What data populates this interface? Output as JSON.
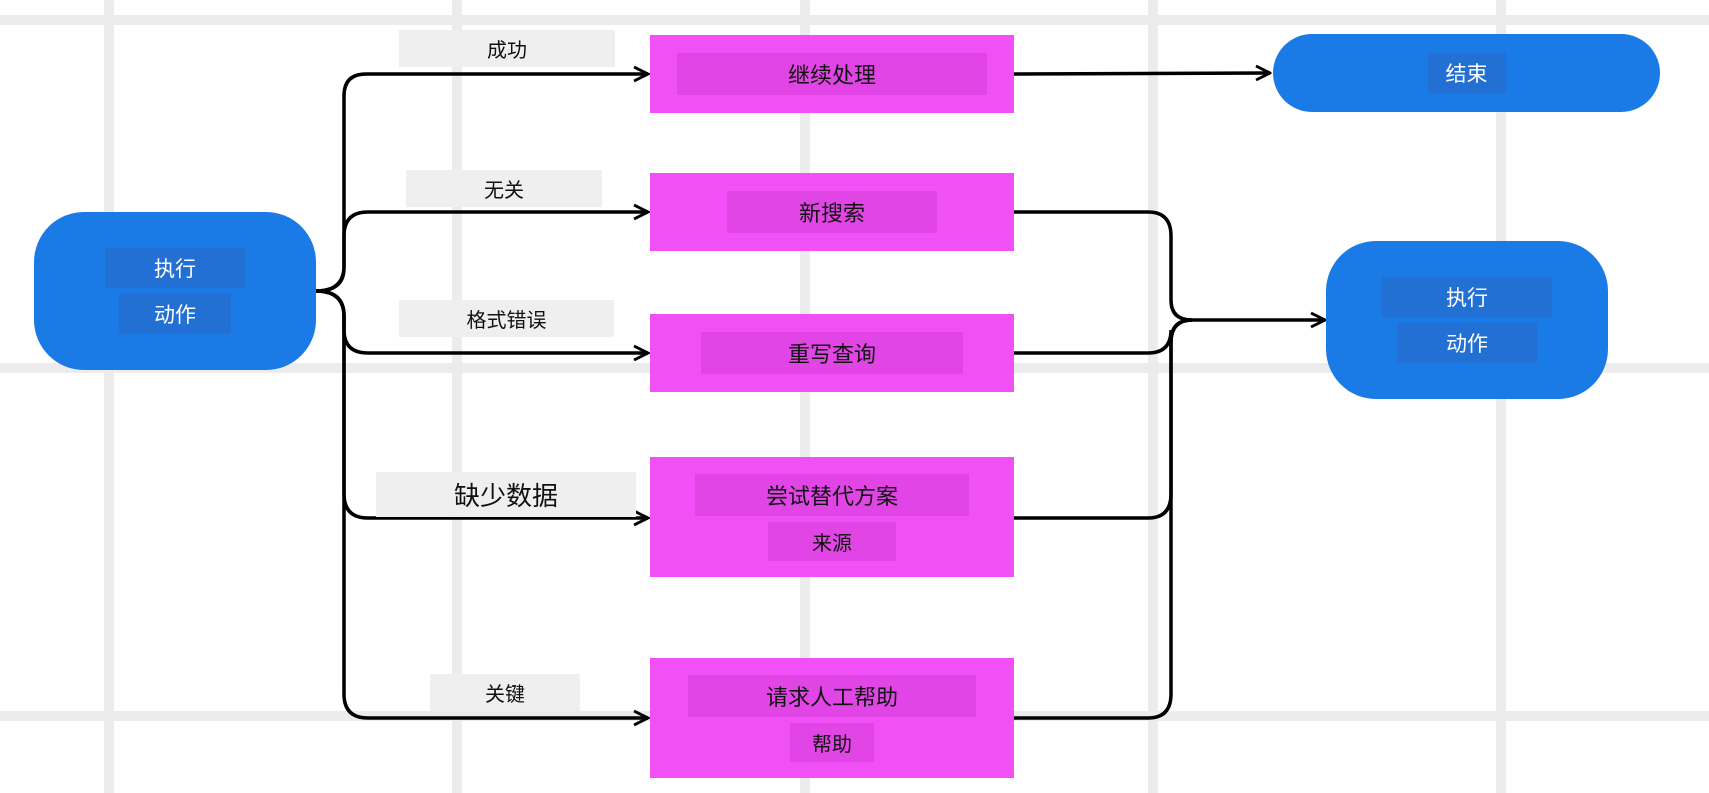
{
  "nodes": {
    "start": {
      "line1": "执行",
      "line2": "动作"
    },
    "continue": {
      "label": "继续处理"
    },
    "end": {
      "label": "结束"
    },
    "new_search": {
      "label": "新搜索"
    },
    "rewrite": {
      "label": "重写查询"
    },
    "alt_source": {
      "line1": "尝试替代方案",
      "line2": "来源"
    },
    "human_help": {
      "line1": "请求人工帮助",
      "line2": "帮助"
    },
    "exec_again": {
      "line1": "执行",
      "line2": "动作"
    }
  },
  "edges": {
    "success": "成功",
    "irrelevant": "无关",
    "format_error": "格式错误",
    "missing_data": "缺少数据",
    "critical": "关键"
  },
  "colors": {
    "terminal": "#1b7be6",
    "process": "#f050f5",
    "line": "#000000"
  }
}
